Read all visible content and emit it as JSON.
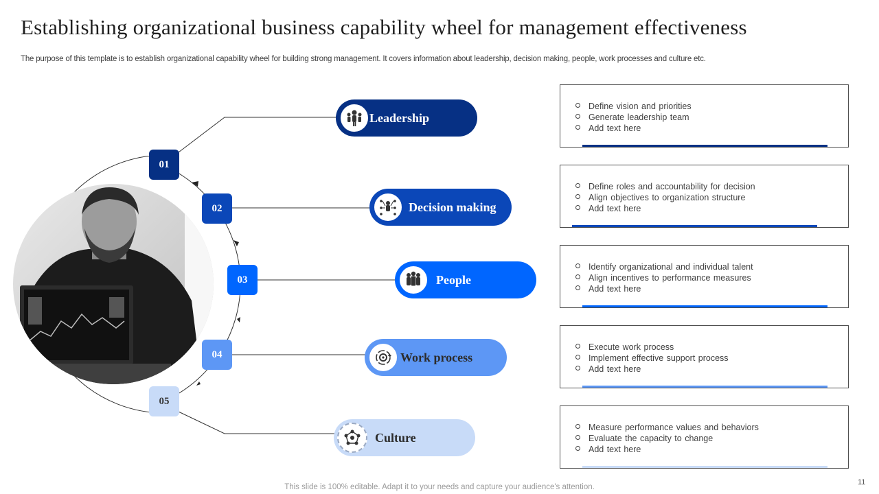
{
  "title": "Establishing organizational business capability wheel for management effectiveness",
  "subtitle": "The purpose of this template is to establish organizational capability wheel for building strong management. It covers information about leadership, decision making, people, work processes and culture etc.",
  "colors": {
    "navy": "#063084",
    "dark_blue": "#0b47b8",
    "bright_blue": "#0066ff",
    "medium_blue": "#5d97f5",
    "light_blue": "#c8dbf8"
  },
  "steps": [
    {
      "number": "01",
      "label": "Leadership",
      "icon": "team-leader-icon",
      "points": [
        "Define  vision  and priorities",
        "Generate  leadership  team",
        "Add text here"
      ]
    },
    {
      "number": "02",
      "label": "Decision making",
      "icon": "decision-network-icon",
      "points": [
        "Define  roles and accountability for decision",
        "Align  objectives  to organization  structure",
        "Add text here"
      ]
    },
    {
      "number": "03",
      "label": "People",
      "icon": "people-group-icon",
      "points": [
        "Identify  organizational  and individual  talent",
        "Align  incentives  to performance   measures",
        "Add text here"
      ]
    },
    {
      "number": "04",
      "label": "Work process",
      "icon": "process-cycle-icon",
      "points": [
        "Execute  work  process",
        "Implement  effective  support  process",
        "Add text here"
      ]
    },
    {
      "number": "05",
      "label": "Culture",
      "icon": "culture-network-icon",
      "points": [
        "Measure  performance  values  and  behaviors",
        "Evaluate  the capacity to change",
        "Add text here"
      ]
    }
  ],
  "footer": "This slide is 100% editable. Adapt it to your needs and capture your audience's attention.",
  "page_number": "11"
}
